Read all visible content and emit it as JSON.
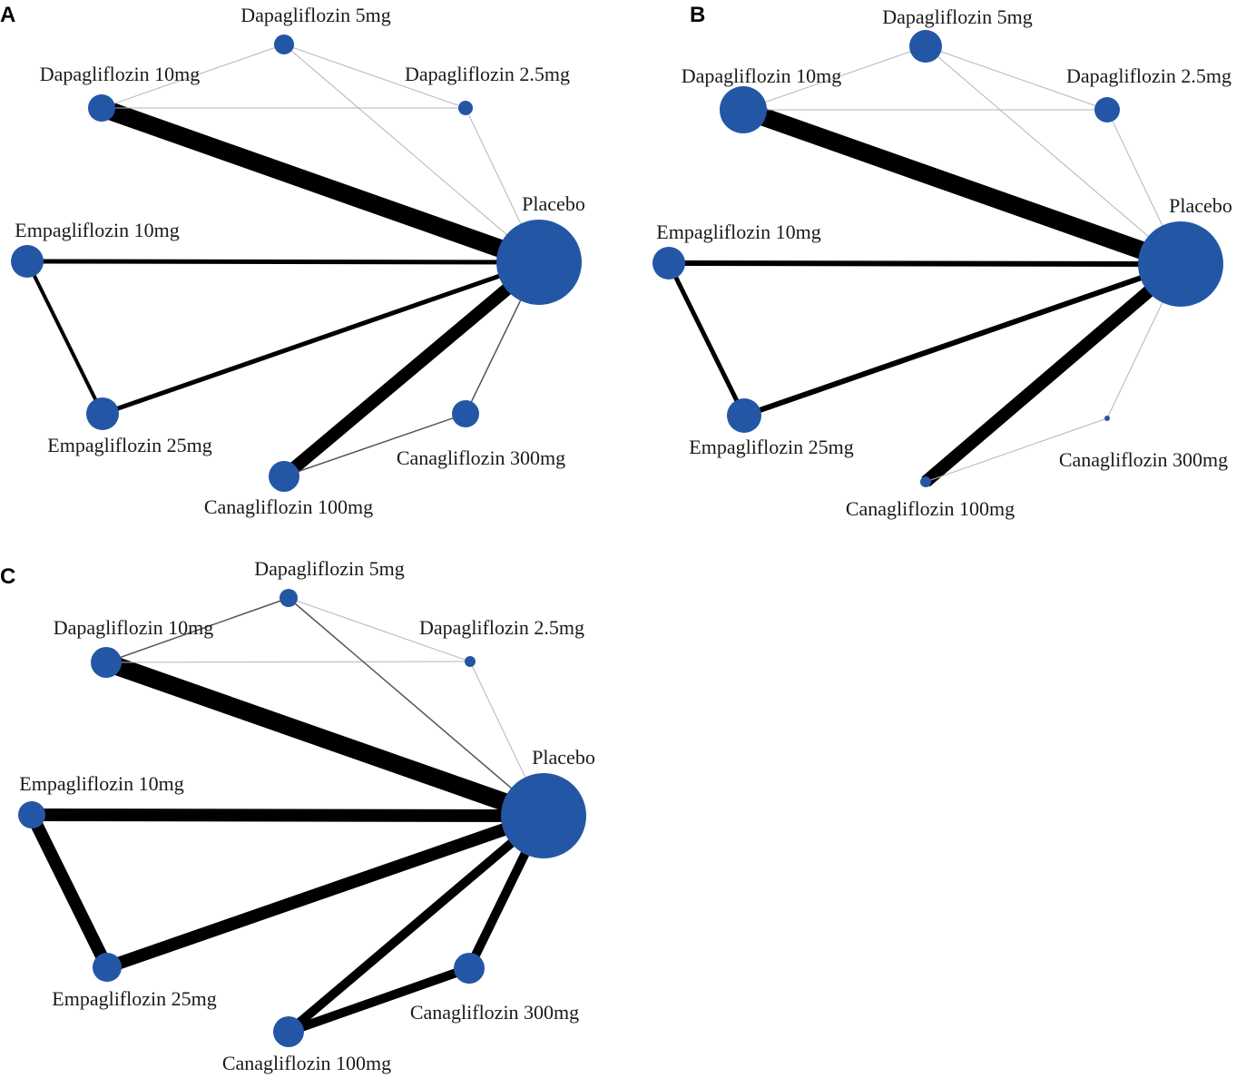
{
  "colors": {
    "node": "#2456a6",
    "edge_strong": "#000000",
    "edge_weak": "#b5b5b5",
    "label": "#1a1a1a"
  },
  "panels": [
    {
      "letter": "A",
      "nodes": [
        {
          "id": "dapa5",
          "label": "Dapagliflozin 5mg",
          "size": 1.1
        },
        {
          "id": "dapa10",
          "label": "Dapagliflozin 10mg",
          "size": 1.5
        },
        {
          "id": "dapa25",
          "label": "Dapagliflozin 2.5mg",
          "size": 0.8
        },
        {
          "id": "pla",
          "label": "Placebo",
          "size": 4.7
        },
        {
          "id": "empa10",
          "label": "Empagliflozin 10mg",
          "size": 1.8
        },
        {
          "id": "empa25",
          "label": "Empagliflozin 25mg",
          "size": 1.8
        },
        {
          "id": "cana300",
          "label": "Canagliflozin 300mg",
          "size": 1.5
        },
        {
          "id": "cana100",
          "label": "Canagliflozin 100mg",
          "size": 1.7
        }
      ],
      "edges": [
        {
          "from": "dapa10",
          "to": "pla",
          "weight": 20
        },
        {
          "from": "dapa10",
          "to": "dapa5",
          "weight": 1
        },
        {
          "from": "dapa10",
          "to": "dapa25",
          "weight": 1
        },
        {
          "from": "dapa5",
          "to": "dapa25",
          "weight": 1
        },
        {
          "from": "dapa5",
          "to": "pla",
          "weight": 1
        },
        {
          "from": "dapa25",
          "to": "pla",
          "weight": 1
        },
        {
          "from": "empa10",
          "to": "pla",
          "weight": 5
        },
        {
          "from": "empa10",
          "to": "empa25",
          "weight": 4
        },
        {
          "from": "empa25",
          "to": "pla",
          "weight": 5
        },
        {
          "from": "cana100",
          "to": "pla",
          "weight": 14
        },
        {
          "from": "cana300",
          "to": "pla",
          "weight": 1.5
        },
        {
          "from": "cana100",
          "to": "cana300",
          "weight": 1.5
        }
      ]
    },
    {
      "letter": "B",
      "nodes": [
        {
          "id": "dapa5",
          "label": "Dapagliflozin 5mg",
          "size": 1.8
        },
        {
          "id": "dapa10",
          "label": "Dapagliflozin 10mg",
          "size": 2.6
        },
        {
          "id": "dapa25",
          "label": "Dapagliflozin 2.5mg",
          "size": 1.4
        },
        {
          "id": "pla",
          "label": "Placebo",
          "size": 4.7
        },
        {
          "id": "empa10",
          "label": "Empagliflozin 10mg",
          "size": 1.8
        },
        {
          "id": "empa25",
          "label": "Empagliflozin 25mg",
          "size": 1.9
        },
        {
          "id": "cana300",
          "label": "Canagliflozin 300mg",
          "size": 0.3
        },
        {
          "id": "cana100",
          "label": "Canagliflozin 100mg",
          "size": 0.6
        }
      ],
      "edges": [
        {
          "from": "dapa10",
          "to": "pla",
          "weight": 20
        },
        {
          "from": "dapa10",
          "to": "dapa5",
          "weight": 1
        },
        {
          "from": "dapa10",
          "to": "dapa25",
          "weight": 1
        },
        {
          "from": "dapa5",
          "to": "dapa25",
          "weight": 1
        },
        {
          "from": "dapa5",
          "to": "pla",
          "weight": 1
        },
        {
          "from": "dapa25",
          "to": "pla",
          "weight": 1
        },
        {
          "from": "empa10",
          "to": "pla",
          "weight": 6
        },
        {
          "from": "empa10",
          "to": "empa25",
          "weight": 5
        },
        {
          "from": "empa25",
          "to": "pla",
          "weight": 6
        },
        {
          "from": "cana100",
          "to": "pla",
          "weight": 14
        },
        {
          "from": "cana300",
          "to": "pla",
          "weight": 1
        },
        {
          "from": "cana100",
          "to": "cana300",
          "weight": 1
        }
      ]
    },
    {
      "letter": "C",
      "nodes": [
        {
          "id": "dapa5",
          "label": "Dapagliflozin 5mg",
          "size": 1.0
        },
        {
          "id": "dapa10",
          "label": "Dapagliflozin 10mg",
          "size": 1.7
        },
        {
          "id": "dapa25",
          "label": "Dapagliflozin 2.5mg",
          "size": 0.6
        },
        {
          "id": "pla",
          "label": "Placebo",
          "size": 4.7
        },
        {
          "id": "empa10",
          "label": "Empagliflozin 10mg",
          "size": 1.5
        },
        {
          "id": "empa25",
          "label": "Empagliflozin 25mg",
          "size": 1.6
        },
        {
          "id": "cana300",
          "label": "Canagliflozin 300mg",
          "size": 1.7
        },
        {
          "id": "cana100",
          "label": "Canagliflozin 100mg",
          "size": 1.7
        }
      ],
      "edges": [
        {
          "from": "dapa10",
          "to": "pla",
          "weight": 20
        },
        {
          "from": "dapa10",
          "to": "dapa5",
          "weight": 1.5
        },
        {
          "from": "dapa10",
          "to": "dapa25",
          "weight": 1
        },
        {
          "from": "dapa5",
          "to": "dapa25",
          "weight": 1
        },
        {
          "from": "dapa5",
          "to": "pla",
          "weight": 1.5
        },
        {
          "from": "dapa25",
          "to": "pla",
          "weight": 1
        },
        {
          "from": "empa10",
          "to": "pla",
          "weight": 14
        },
        {
          "from": "empa10",
          "to": "empa25",
          "weight": 14
        },
        {
          "from": "empa25",
          "to": "pla",
          "weight": 14
        },
        {
          "from": "cana100",
          "to": "pla",
          "weight": 10
        },
        {
          "from": "cana300",
          "to": "pla",
          "weight": 10
        },
        {
          "from": "cana100",
          "to": "cana300",
          "weight": 10
        }
      ]
    }
  ]
}
